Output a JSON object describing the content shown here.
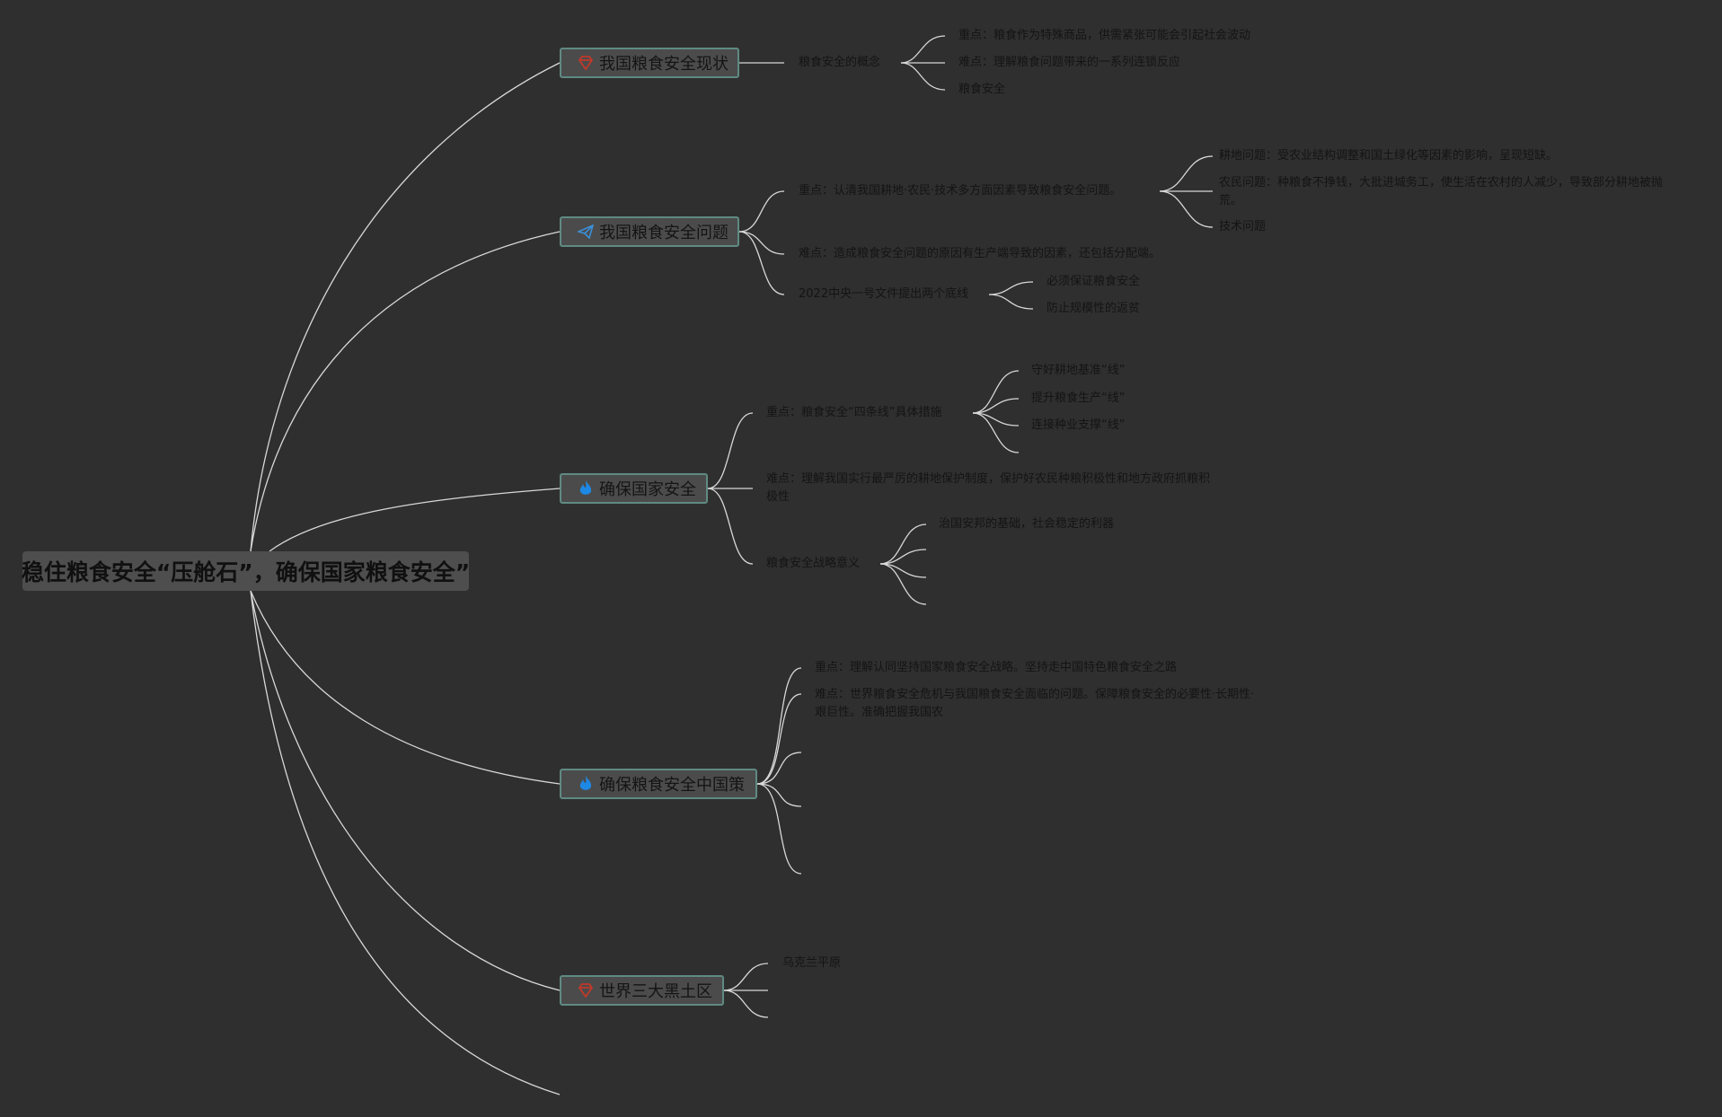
{
  "root": {
    "title": "稳住粮食安全“压舱石”，确保国家粮食安全”"
  },
  "branches": [
    {
      "title": "我国粮食安全现状",
      "icon": "gem-icon",
      "children": [
        {
          "text": "粮食安全的概念",
          "children": [
            {
              "text": "重点：粮食作为特殊商品，供需紧张可能会引起社会波动"
            },
            {
              "text": "难点：理解粮食问题带来的一系列连锁反应"
            },
            {
              "text": "粮食安全"
            }
          ]
        }
      ]
    },
    {
      "title": "我国粮食安全问题",
      "icon": "paper-plane-icon",
      "children": [
        {
          "text": "重点：认清我国耕地·农民·技术多方面因素导致粮食安全问题。",
          "children": [
            {
              "text": "耕地问题：受农业结构调整和国土绿化等因素的影响，呈现短缺。"
            },
            {
              "text": "农民问题：种粮食不挣钱，大批进城务工，使生活在农村的人减少，导致部分耕地被抛荒。"
            },
            {
              "text": "技术问题"
            }
          ]
        },
        {
          "text": "难点：造成粮食安全问题的原因有生产端导致的因素，还包括分配端。"
        },
        {
          "text": "2022中央一号文件提出两个底线",
          "children": [
            {
              "text": "必须保证粮食安全"
            },
            {
              "text": "防止规模性的返贫"
            }
          ]
        }
      ]
    },
    {
      "title": "确保国家安全",
      "icon": "flame-icon",
      "children": [
        {
          "text": "重点：粮食安全“四条线”具体措施",
          "children": [
            {
              "text": "守好耕地基准“线”"
            },
            {
              "text": "提升粮食生产“线”"
            },
            {
              "text": "连接种业支撑“线”"
            },
            {
              "text": ""
            }
          ]
        },
        {
          "text": "难点：理解我国实行最严厉的耕地保护制度，保护好农民种粮积极性和地方政府抓粮积极性"
        },
        {
          "text": "粮食安全战略意义",
          "children": [
            {
              "text": "治国安邦的基础，社会稳定的利器"
            },
            {
              "text": ""
            },
            {
              "text": ""
            },
            {
              "text": ""
            }
          ]
        }
      ]
    },
    {
      "title": "确保粮食安全中国策",
      "icon": "flame-icon",
      "children": [
        {
          "text": "重点：理解认同坚持国家粮食安全战略。坚持走中国特色粮食安全之路"
        },
        {
          "text": "难点：世界粮食安全危机与我国粮食安全面临的问题。保障粮食安全的必要性·长期性·艰巨性。准确把握我国农"
        },
        {
          "text": ""
        },
        {
          "text": ""
        },
        {
          "text": ""
        }
      ]
    },
    {
      "title": "世界三大黑土区",
      "icon": "gem-icon",
      "children": [
        {
          "text": "乌克兰平原"
        },
        {
          "text": ""
        },
        {
          "text": ""
        }
      ]
    }
  ],
  "colors": {
    "background": "#2f2f2f",
    "edge": "#d8d8d8",
    "topic_border": "#5f8a82",
    "gem_icon": "#c0392b",
    "plane_icon": "#3b8fd6",
    "flame_icon": "#1e88e5"
  }
}
